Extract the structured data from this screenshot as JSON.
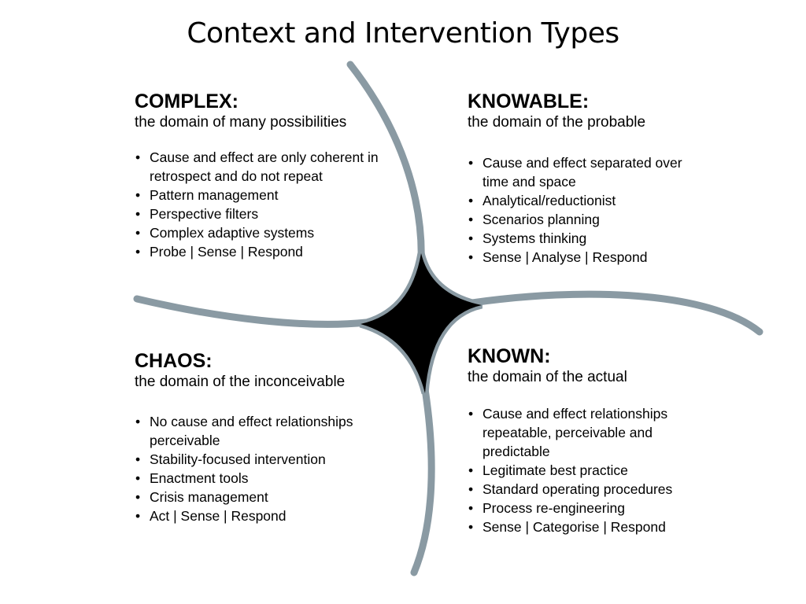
{
  "title": "Context and Intervention Types",
  "colors": {
    "curve": "#8A9AA3",
    "center": "#000000",
    "text": "#000000",
    "background": "#FFFFFF"
  },
  "quadrants": {
    "complex": {
      "heading": "COMPLEX:",
      "subtitle": "the domain of many possibilities",
      "items": [
        "Cause and effect are only coherent in retrospect and do not repeat",
        "Pattern management",
        "Perspective filters",
        "Complex adaptive systems",
        "Probe | Sense | Respond"
      ]
    },
    "knowable": {
      "heading": "KNOWABLE:",
      "subtitle": "the domain of the probable",
      "items": [
        "Cause and effect separated over time and space",
        "Analytical/reductionist",
        "Scenarios planning",
        "Systems thinking",
        "Sense | Analyse | Respond"
      ]
    },
    "chaos": {
      "heading": "CHAOS:",
      "subtitle": "the domain of the inconceivable",
      "items": [
        "No cause and effect relationships perceivable",
        "Stability-focused intervention",
        "Enactment tools",
        "Crisis management",
        "Act | Sense | Respond"
      ]
    },
    "known": {
      "heading": "KNOWN:",
      "subtitle": "the domain of the actual",
      "items": [
        "Cause and effect relationships repeatable, perceivable and predictable",
        "Legitimate best practice",
        "Standard operating procedures",
        "Process re-engineering",
        "Sense | Categorise | Respond"
      ]
    }
  }
}
